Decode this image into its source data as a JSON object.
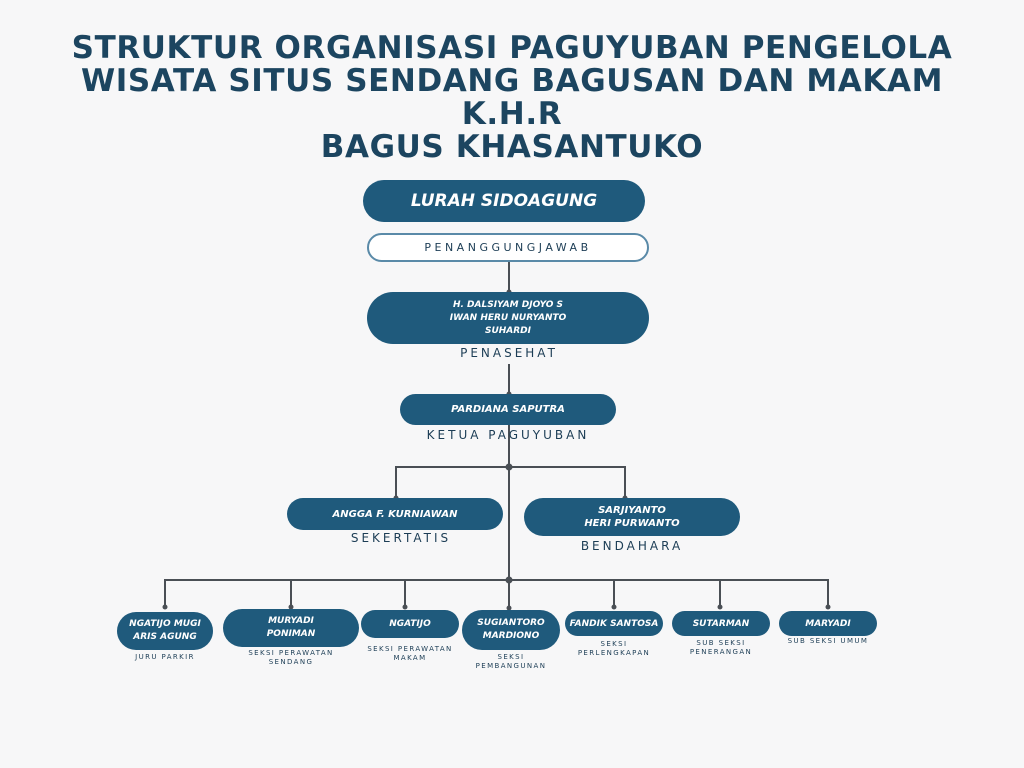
{
  "title": {
    "line1": "STRUKTUR ORGANISASI PAGUYUBAN PENGELOLA",
    "line2": "WISATA SITUS SENDANG BAGUSAN DAN MAKAM K.H.R",
    "line3": "BAGUS KHASANTUKO"
  },
  "top": {
    "name": "LURAH SIDOAGUNG",
    "role": "PENANGGUNGJAWAB"
  },
  "advisors": {
    "names": [
      "H. DALSIYAM DJOYO S",
      "IWAN HERU NURYANTO",
      "SUHARDI"
    ],
    "role": "PENASEHAT"
  },
  "chair": {
    "name": "PARDIANA SAPUTRA",
    "role": "KETUA PAGUYUBAN"
  },
  "secretary": {
    "name": "ANGGA F. KURNIAWAN",
    "role": "SEKERTATIS"
  },
  "treasurer": {
    "names": [
      "SARJIYANTO",
      "HERI PURWANTO"
    ],
    "role": "BENDAHARA"
  },
  "sections": [
    {
      "names": [
        "NGATIJO MUGI",
        "ARIS AGUNG"
      ],
      "role": [
        "JURU PARKIR"
      ]
    },
    {
      "names": [
        "MURYADI",
        "PONIMAN"
      ],
      "role": [
        "SEKSI PERAWATAN",
        "SENDANG"
      ]
    },
    {
      "names": [
        "NGATIJO"
      ],
      "role": [
        "SEKSI PERAWATAN",
        "MAKAM"
      ]
    },
    {
      "names": [
        "SUGIANTORO",
        "MARDIONO"
      ],
      "role": [
        "SEKSI",
        "PEMBANGUNAN"
      ]
    },
    {
      "names": [
        "FANDIK SANTOSA"
      ],
      "role": [
        "SEKSI",
        "PERLENGKAPAN"
      ]
    },
    {
      "names": [
        "SUTARMAN"
      ],
      "role": [
        "SUB SEKSI",
        "PENERANGAN"
      ]
    },
    {
      "names": [
        "MARYADI"
      ],
      "role": [
        "SUB SEKSI UMUM"
      ]
    }
  ],
  "colors": {
    "title": "#1c4560",
    "box": "#1f5a7c",
    "line": "#4a4f55",
    "outline": "#5a8aa8"
  }
}
